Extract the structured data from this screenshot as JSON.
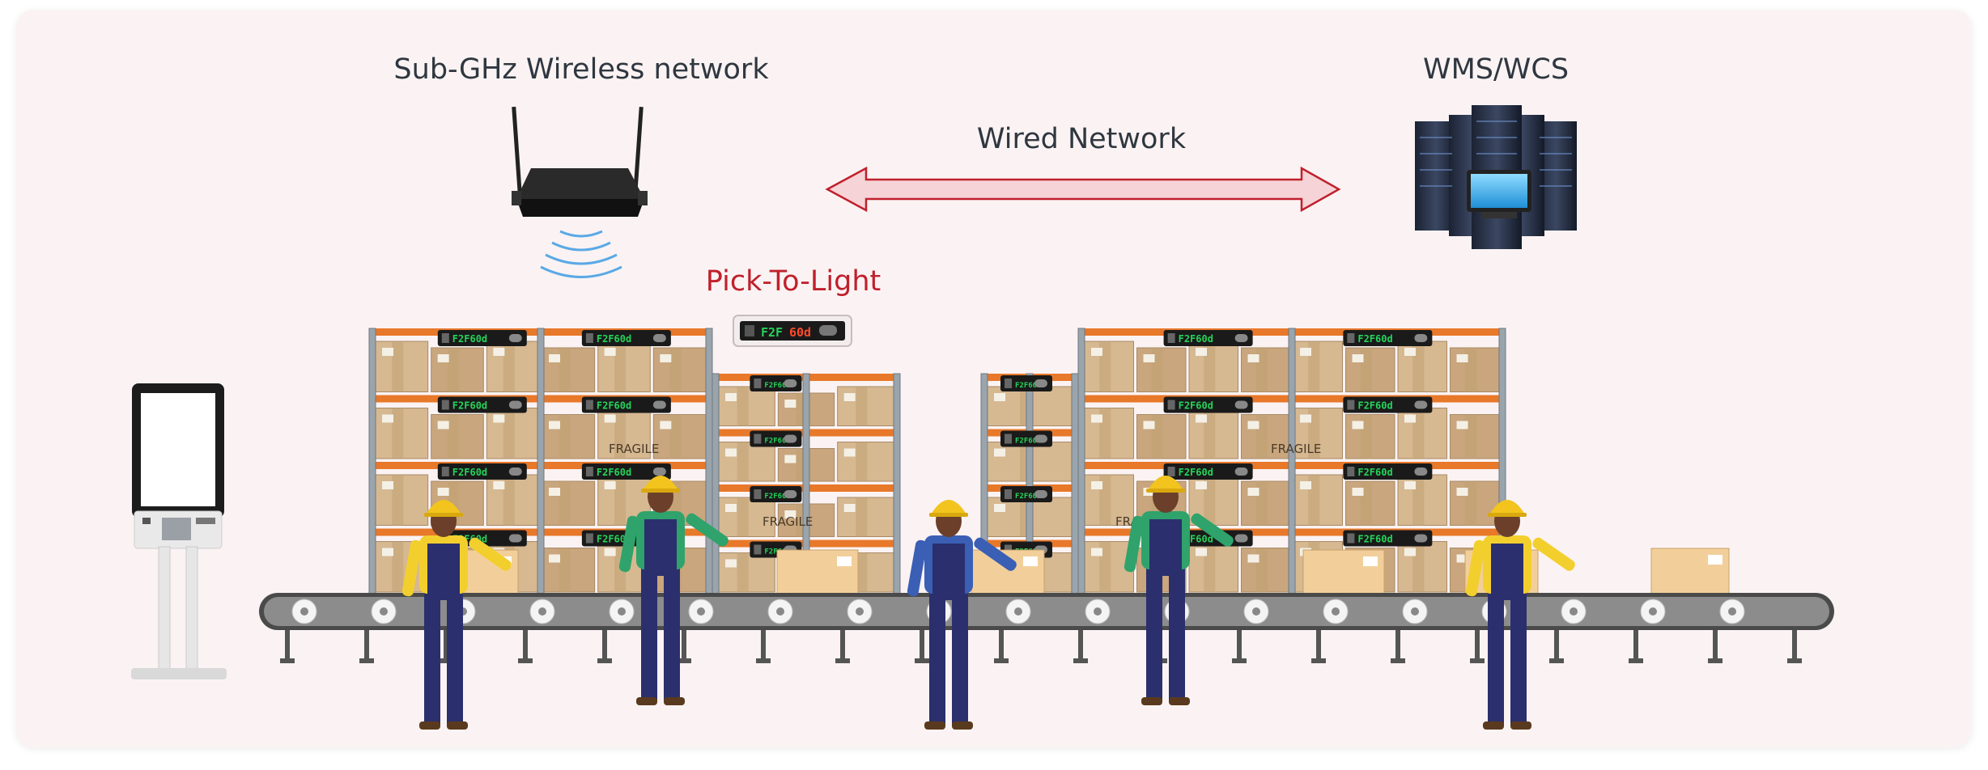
{
  "labels": {
    "wireless": "Sub-GHz Wireless network",
    "wms": "WMS/WCS",
    "wired": "Wired Network",
    "ptl": "Pick-To-Light"
  },
  "display_text": "F2F60d",
  "box_text": "FRAGILE",
  "colors": {
    "background": "#fbf3f3",
    "title": "#2f3740",
    "ptl_red": "#c0202c",
    "arrow_fill": "#f5d3d6",
    "arrow_stroke": "#c0202c",
    "shelf_orange": "#e8782a",
    "box": "#cfb08a",
    "box_light": "#f2cf9a",
    "conveyor": "#6e6e6e",
    "worker_overalls": "#2b2f6d",
    "helmet": "#f2c41d"
  },
  "workers": [
    {
      "shirt": "#f3cf2e"
    },
    {
      "shirt": "#2fa36b"
    },
    {
      "shirt": "#3a5fb5"
    },
    {
      "shirt": "#2fa36b"
    },
    {
      "shirt": "#f3cf2e"
    }
  ]
}
